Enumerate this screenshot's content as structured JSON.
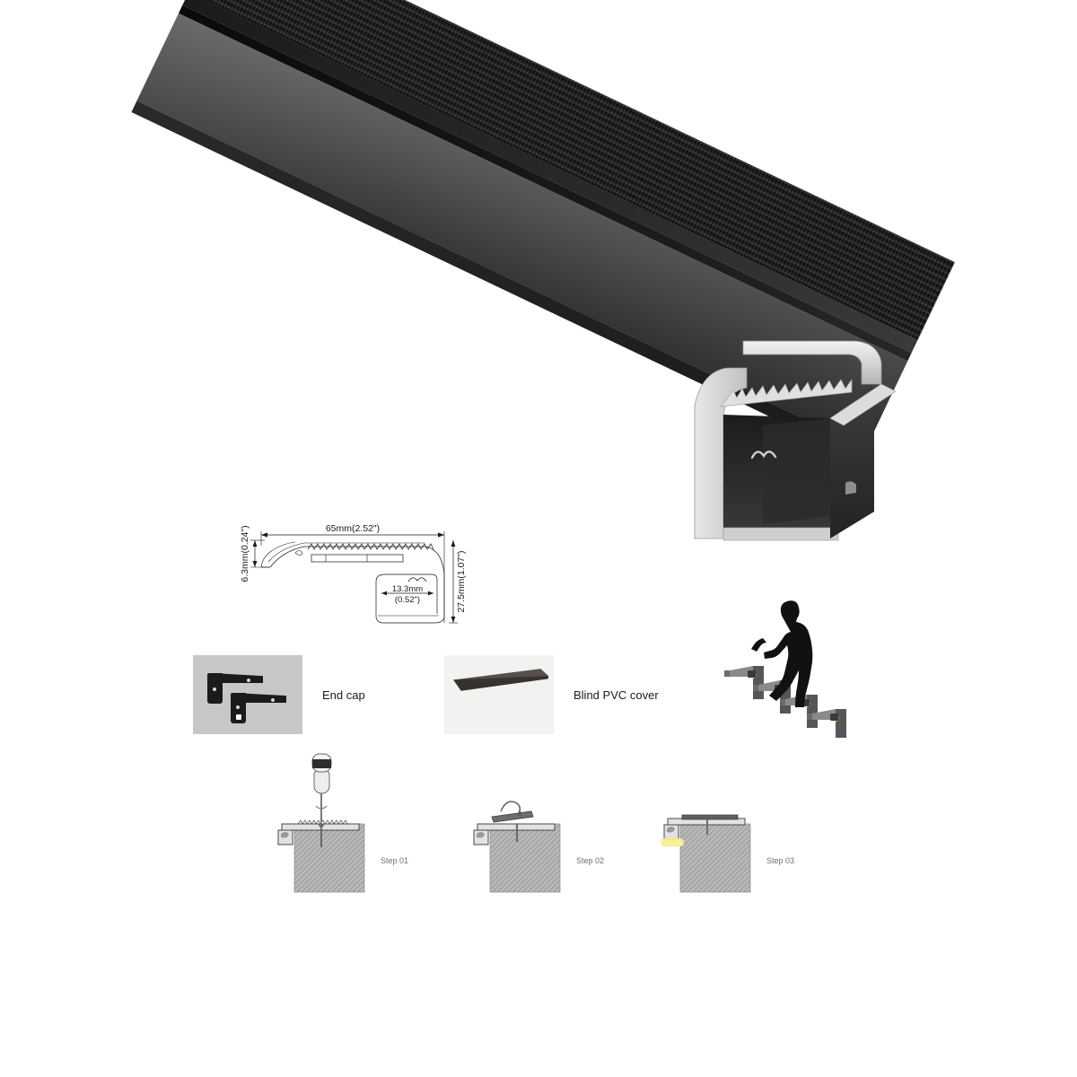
{
  "product": {
    "name": "LED stair nosing aluminium profile",
    "photo_alt": "black anodized aluminium stair nosing LED channel with anti-slip ribbed top"
  },
  "dimensions": {
    "width_top": "65mm(2.52\")",
    "height_left": "6.3mm(0.24\")",
    "height_right": "27.5mm(1.07\")",
    "channel_width": "13.3mm",
    "channel_width_inch": "(0.52\")"
  },
  "accessories": [
    {
      "id": "end-cap",
      "label": "End cap"
    },
    {
      "id": "blind-pvc-cover",
      "label": "Blind PVC cover"
    }
  ],
  "installation": {
    "steps": [
      {
        "id": "step-01",
        "label": "Step 01"
      },
      {
        "id": "step-02",
        "label": "Step 02"
      },
      {
        "id": "step-03",
        "label": "Step 03"
      }
    ]
  },
  "illustration": {
    "stairs_alt": "person walking on stairs lit by LED nosing"
  },
  "colors": {
    "body": "#2a2a2a",
    "face": "#4a4a4a",
    "aluminium": "#d9d9d9",
    "led_glow": "#f2ea7a",
    "swatch_gray": "#c6c7c9",
    "swatch_light": "#f2f2f0",
    "line": "#1a1a1a",
    "concrete": "#9e9e9e"
  }
}
